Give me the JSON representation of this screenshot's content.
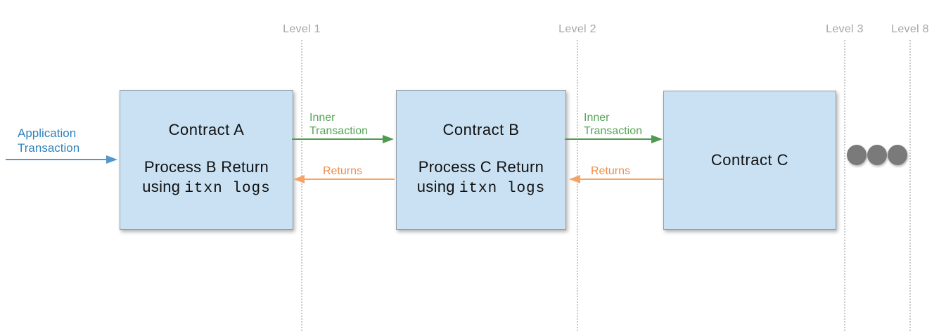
{
  "palette": {
    "box_fill": "#c9e1f2",
    "box_border": "#949da5",
    "box_text": "#111111",
    "app_arrow": "#5397cd",
    "app_text": "#2f83bd",
    "inner_arrow": "#4e9b4e",
    "inner_text": "#57a457",
    "returns_arrow": "#f5a469",
    "returns_text": "#ee8c4a",
    "level_text": "#a6a6a6",
    "level_line": "#c9c9c9",
    "dot": "#7a7a7a"
  },
  "levels": [
    {
      "label": "Level 1"
    },
    {
      "label": "Level 2"
    },
    {
      "label": "Level 3"
    },
    {
      "label": "Level 8"
    }
  ],
  "boxes": [
    {
      "title": "Contract A",
      "process_line": "Process B Return",
      "using_word": "using",
      "code_text": "itxn logs"
    },
    {
      "title": "Contract B",
      "process_line": "Process C Return",
      "using_word": "using",
      "code_text": "itxn logs"
    },
    {
      "title": "Contract C"
    }
  ],
  "edge_labels": {
    "application": {
      "line1": "Application",
      "line2": "Transaction"
    },
    "inner_1": {
      "line1": "Inner",
      "line2": "Transaction"
    },
    "returns_1": {
      "text": "Returns"
    },
    "inner_2": {
      "line1": "Inner",
      "line2": "Transaction"
    },
    "returns_2": {
      "text": "Returns"
    }
  },
  "ellipsis": {
    "dot_count": 3
  }
}
